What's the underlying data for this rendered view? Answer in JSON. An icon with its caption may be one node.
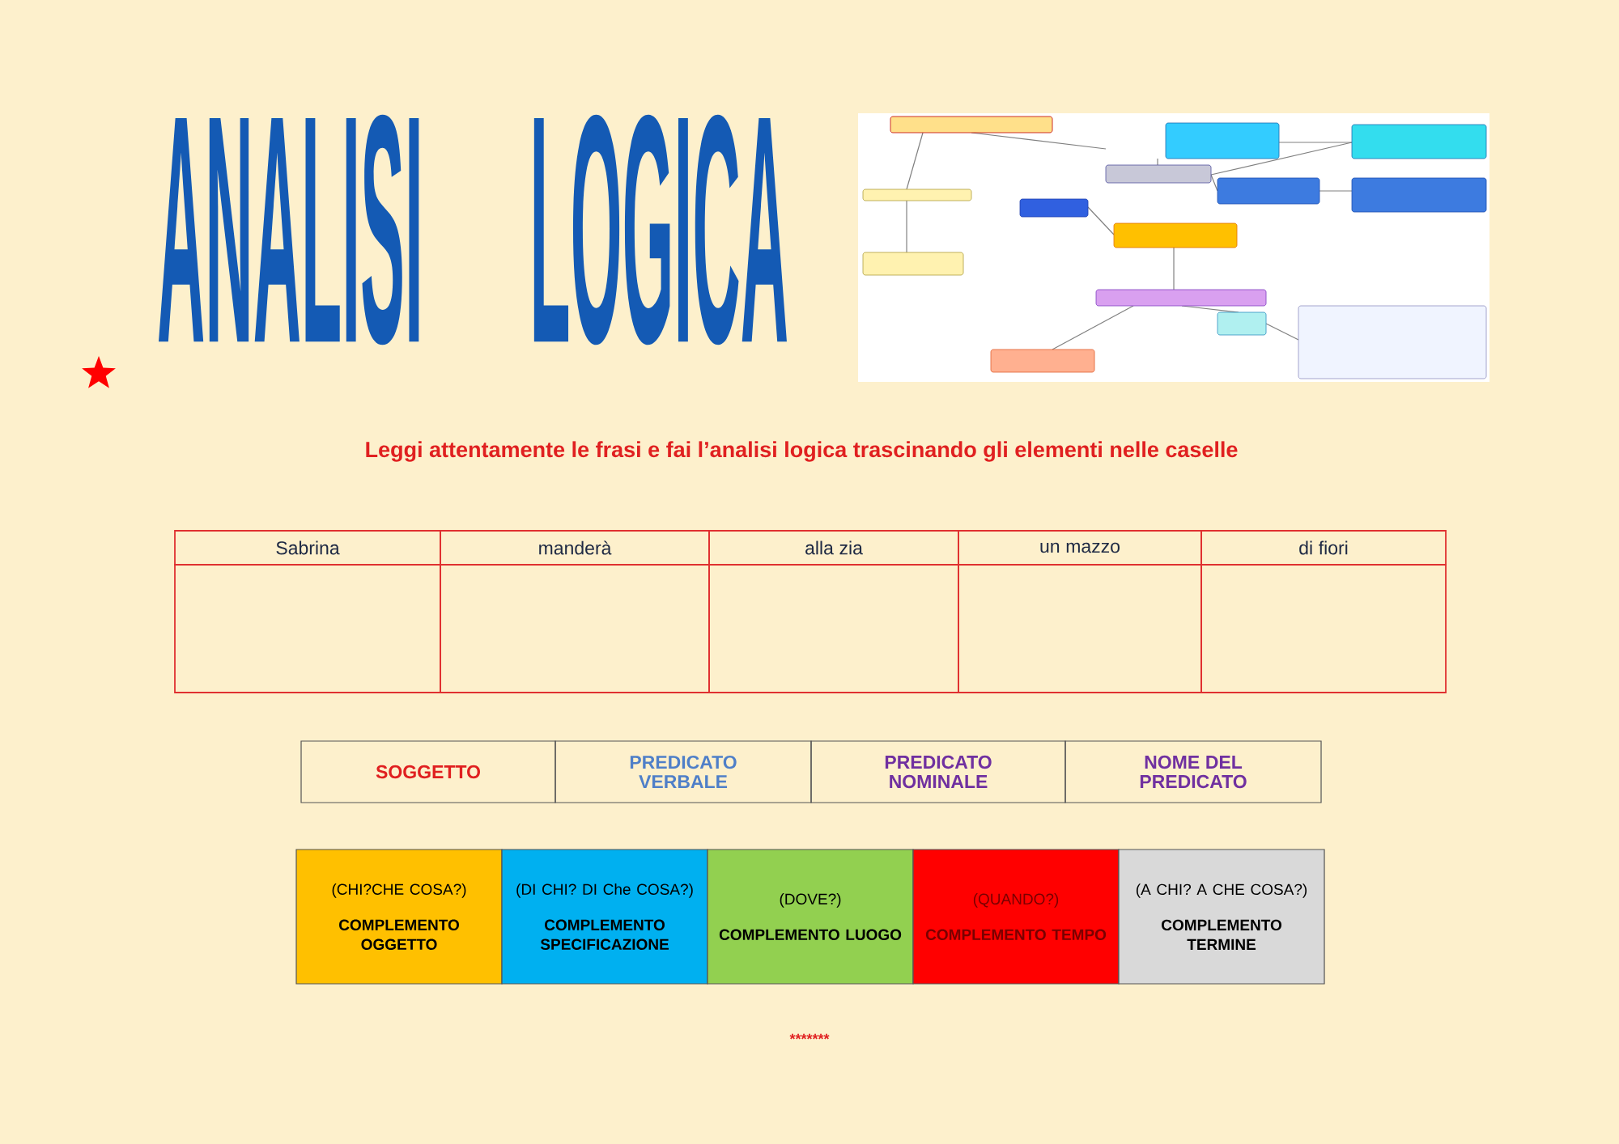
{
  "diagram": {
    "title": "ANALISI LOGICA",
    "nodes": [
      {
        "text": [
          "Sabrina"
        ]
      },
      {
        "text": [
          "manderà"
        ]
      },
      {
        "text": [
          "alla zia"
        ]
      },
      {
        "text": [
          "un mazzo"
        ]
      },
      {
        "text": [
          "di fiori"
        ]
      },
      {
        "text": [],
        "shape": "box"
      },
      {
        "text": [],
        "shape": "box"
      },
      {
        "text": [],
        "shape": "box"
      },
      {
        "text": [],
        "shape": "box"
      },
      {
        "text": [],
        "shape": "box"
      },
      {
        "text": [
          "SOGGETTO"
        ]
      },
      {
        "text": [
          "PREDICATO VERBALE"
        ]
      },
      {
        "text": [
          "PREDICATO NOMINALE"
        ]
      },
      {
        "text": [
          "NOME DEL PREDICATO"
        ]
      },
      {
        "text": [
          "(CHI?CHE COSA?)",
          "COMPLEMENTO OGGETTO"
        ]
      },
      {
        "text": [
          "(DI CHI? DI Che COSA?)",
          "COMPLEMENTO SPECIFICAZIONE"
        ]
      },
      {
        "text": [
          "(DOVE?)",
          "COMPLEMENTO LUOGO"
        ]
      },
      {
        "text": [
          "(QUANDO?)",
          "COMPLEMENTO TEMPO"
        ]
      },
      {
        "text": [
          "(A CHI? A CHE COSA?)",
          "COMPLEMENTO TERMINE"
        ]
      }
    ],
    "labels": [
      "Leggi attentamente le frasi e fai l’analisi logica trascinando gli elementi nelle caselle",
      "*******"
    ]
  }
}
